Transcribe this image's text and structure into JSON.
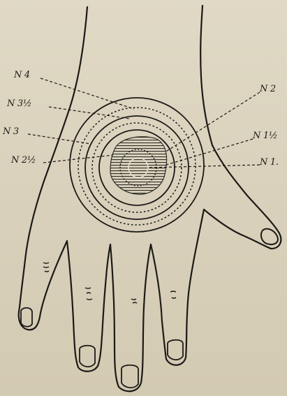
{
  "figure": {
    "labels": {
      "n4": "N 4",
      "n3_half": "N 3½",
      "n3": "N 3",
      "n2_half": "N 2½",
      "n2": "N 2",
      "n1_half": "N 1½",
      "n1": "N 1."
    },
    "colors": {
      "paper": "#dcd5c0",
      "ink": "#1c1a17",
      "lesion": "#3a3a34"
    }
  }
}
